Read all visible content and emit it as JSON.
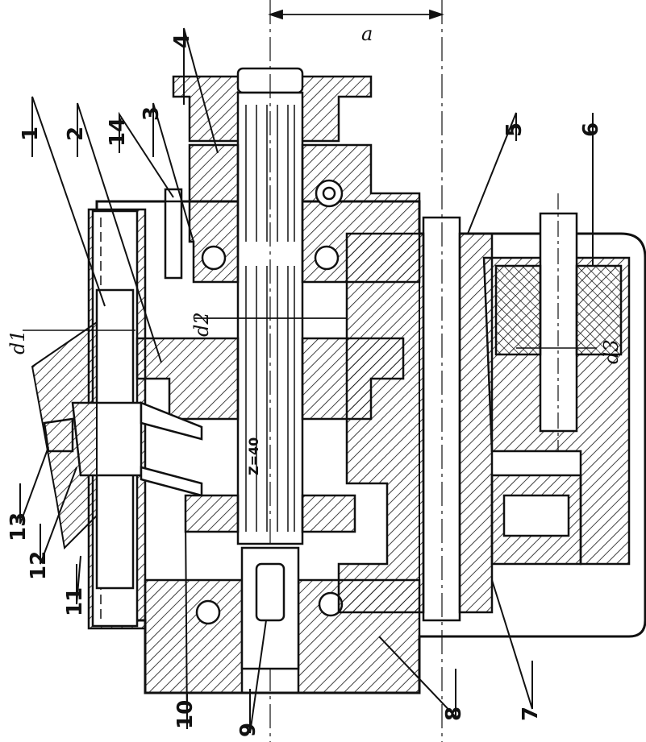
{
  "callouts": {
    "c1": "1",
    "c2": "2",
    "c3": "3",
    "c4": "4",
    "c5": "5",
    "c6": "6",
    "c7": "7",
    "c8": "8",
    "c9": "9",
    "c10": "10",
    "c11": "11",
    "c12": "12",
    "c13": "13",
    "c14": "14"
  },
  "dimensions": {
    "center_distance": "a",
    "d1": "d1",
    "d2": "d2",
    "d3": "d3"
  },
  "spline_label": "Z=40"
}
